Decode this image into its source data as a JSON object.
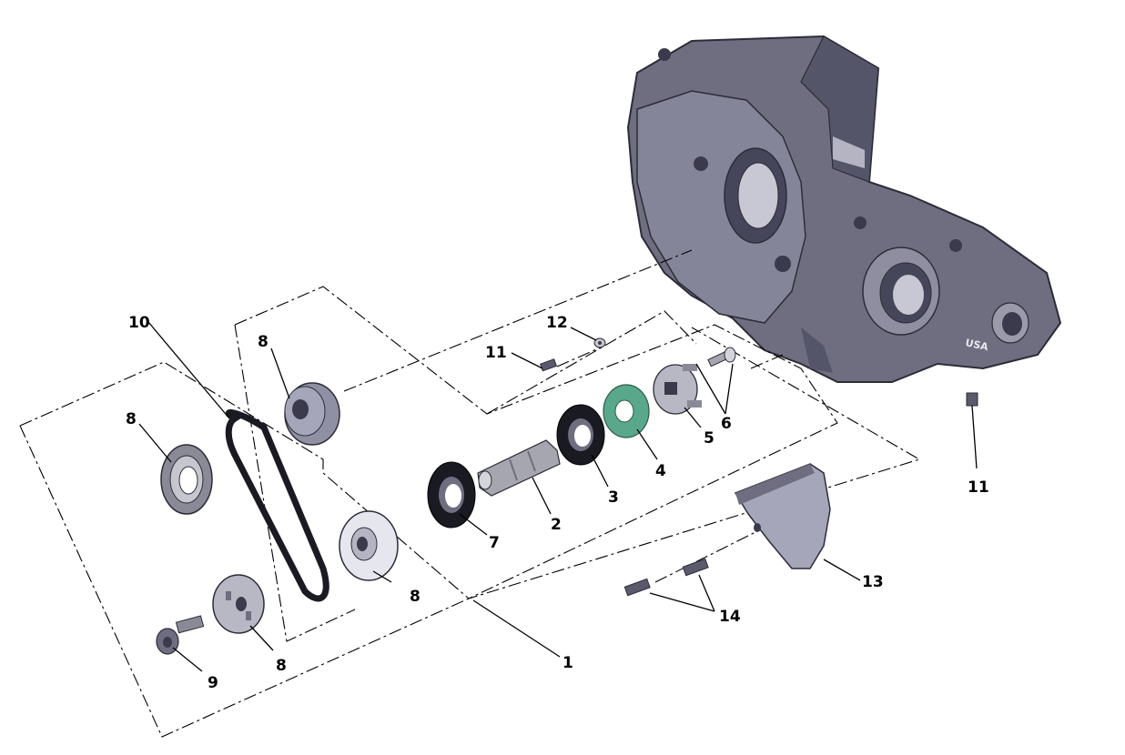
{
  "case_mark": "USA",
  "callouts": {
    "c1": "1",
    "c2": "2",
    "c3": "3",
    "c4": "4",
    "c5": "5",
    "c6": "6",
    "c7": "7",
    "c8a": "8",
    "c8b": "8",
    "c8c": "8",
    "c8d": "8",
    "c9": "9",
    "c10": "10",
    "c11a": "11",
    "c11b": "11",
    "c12": "12",
    "c13": "13",
    "c14": "14"
  },
  "colors": {
    "case_body": "#6e6e80",
    "case_dark": "#46465a",
    "case_light": "#9a9aaa",
    "seal_green": "#5aa88c",
    "bearing_black": "#1a1a22",
    "metal": "#a6a6b0"
  }
}
